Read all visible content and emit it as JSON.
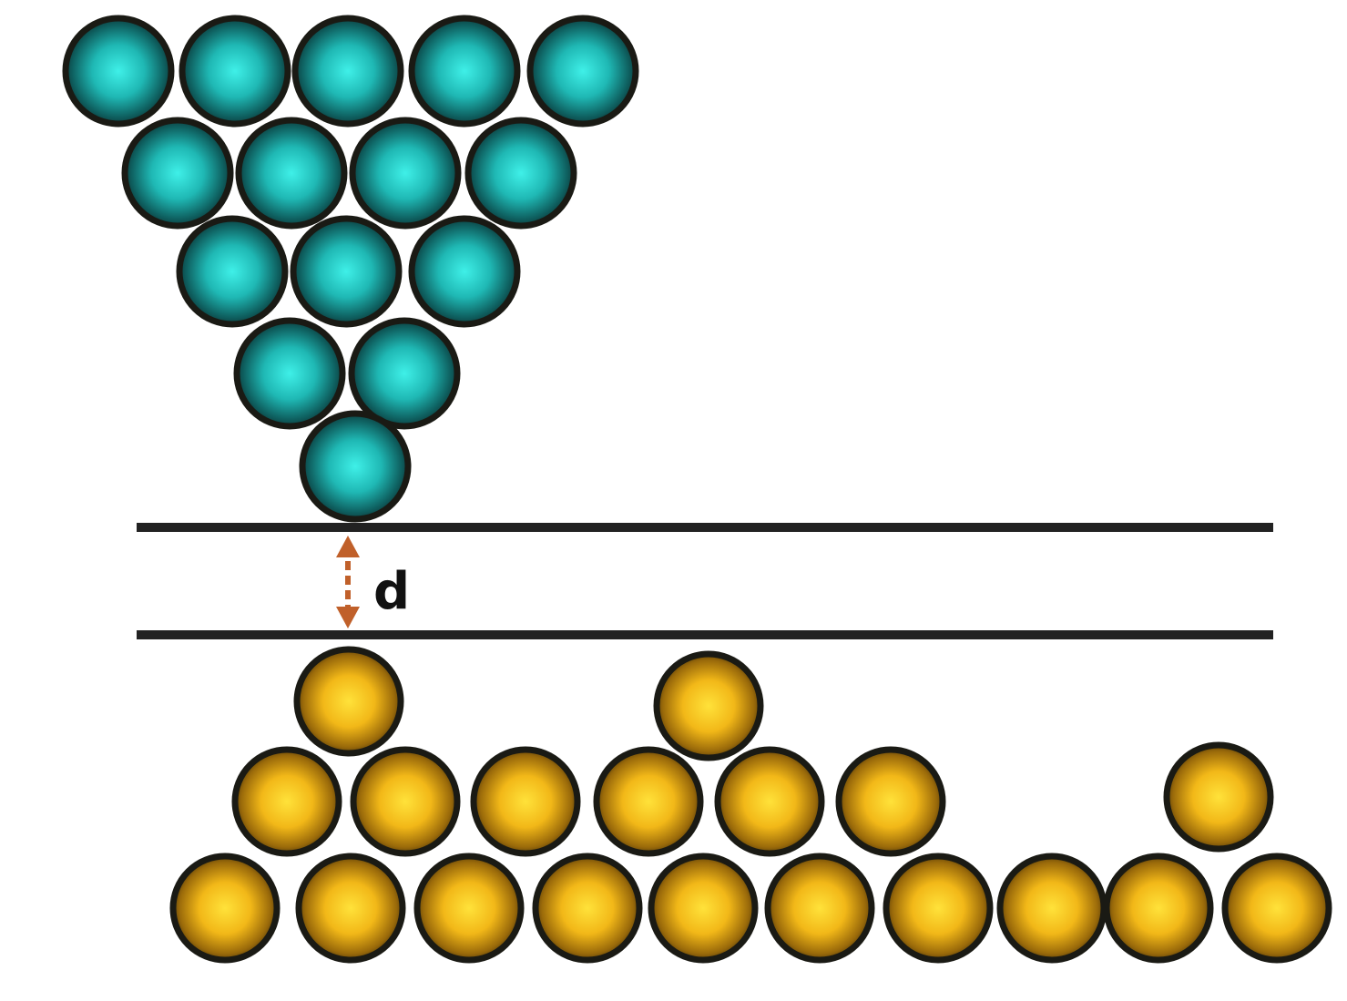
{
  "diagram": {
    "gap_label": "d",
    "tip": {
      "atom_color": "#1fb8b4",
      "rows": [
        5,
        4,
        3,
        2,
        1
      ]
    },
    "sample": {
      "atom_color": "#f2b818",
      "bottom_row_count": 10,
      "middle_row_count": 7,
      "top_atom_count": 2
    },
    "colors": {
      "outline": "#1a1a14",
      "line": "#222222",
      "arrow": "#c0602a",
      "background": "#ffffff"
    }
  }
}
